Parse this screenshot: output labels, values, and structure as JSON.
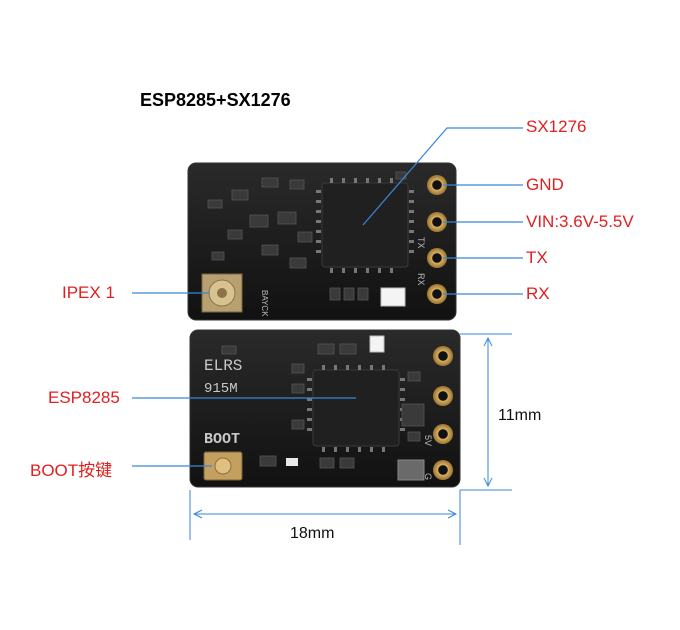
{
  "title": "ESP8285+SX1276",
  "labels": {
    "sx1276": "SX1276",
    "gnd": "GND",
    "vin": "VIN:3.6V-5.5V",
    "tx": "TX",
    "rx": "RX",
    "ipex": "IPEX 1",
    "esp8285": "ESP8285",
    "boot": "BOOT按键"
  },
  "silkscreen": {
    "brand": "BAYCK",
    "elrs": "ELRS",
    "model": "915M",
    "boot": "BOOT",
    "pin_tx": "TX",
    "pin_rx": "RX",
    "pin_gnd": "G",
    "pin_5v": "5V"
  },
  "dimensions": {
    "height": "11mm",
    "width": "18mm"
  },
  "colors": {
    "label": "#e02020",
    "board": "#1a1a1a",
    "pad": "#c8a050"
  }
}
